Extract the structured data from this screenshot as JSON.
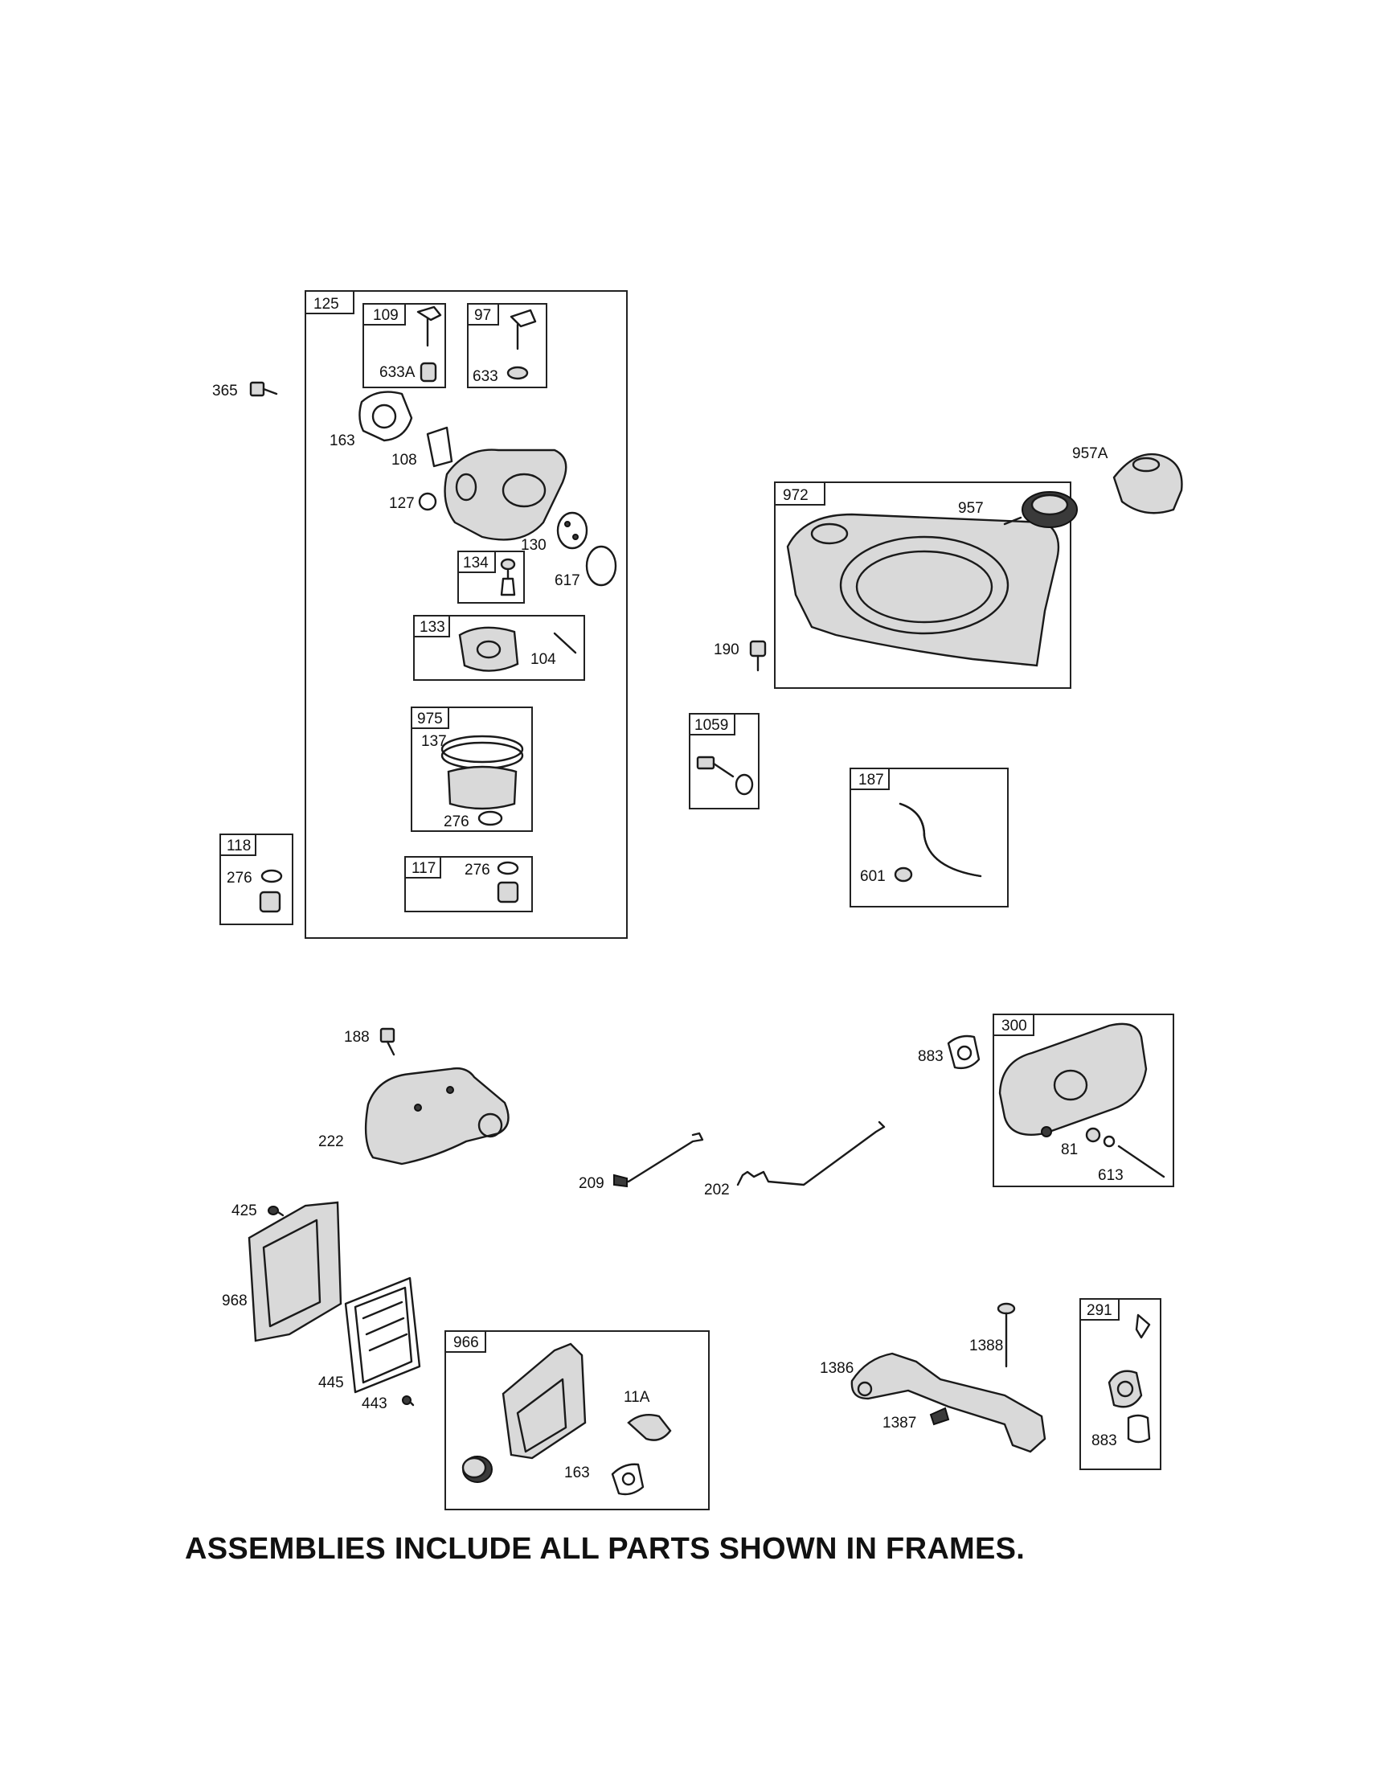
{
  "frames": {
    "f125": "125",
    "f109": "109",
    "f97": "97",
    "f134": "134",
    "f133": "133",
    "f975": "975",
    "f117": "117",
    "f118": "118",
    "f972": "972",
    "f1059": "1059",
    "f187": "187",
    "f300": "300",
    "f966": "966",
    "f291": "291"
  },
  "labels": {
    "p365": "365",
    "p633A": "633A",
    "p633": "633",
    "p163a": "163",
    "p108": "108",
    "p127": "127",
    "p130": "130",
    "p617": "617",
    "p104": "104",
    "p137": "137",
    "p276a": "276",
    "p276b": "276",
    "p276c": "276",
    "p957A": "957A",
    "p957": "957",
    "p190": "190",
    "p601": "601",
    "p188": "188",
    "p222": "222",
    "p209": "209",
    "p202": "202",
    "p883a": "883",
    "p81": "81",
    "p613": "613",
    "p425": "425",
    "p968": "968",
    "p445": "445",
    "p443": "443",
    "p11A": "11A",
    "p163b": "163",
    "p1386": "1386",
    "p1388": "1388",
    "p1387": "1387",
    "p883b": "883"
  },
  "footer": "ASSEMBLIES INCLUDE ALL PARTS SHOWN IN FRAMES."
}
